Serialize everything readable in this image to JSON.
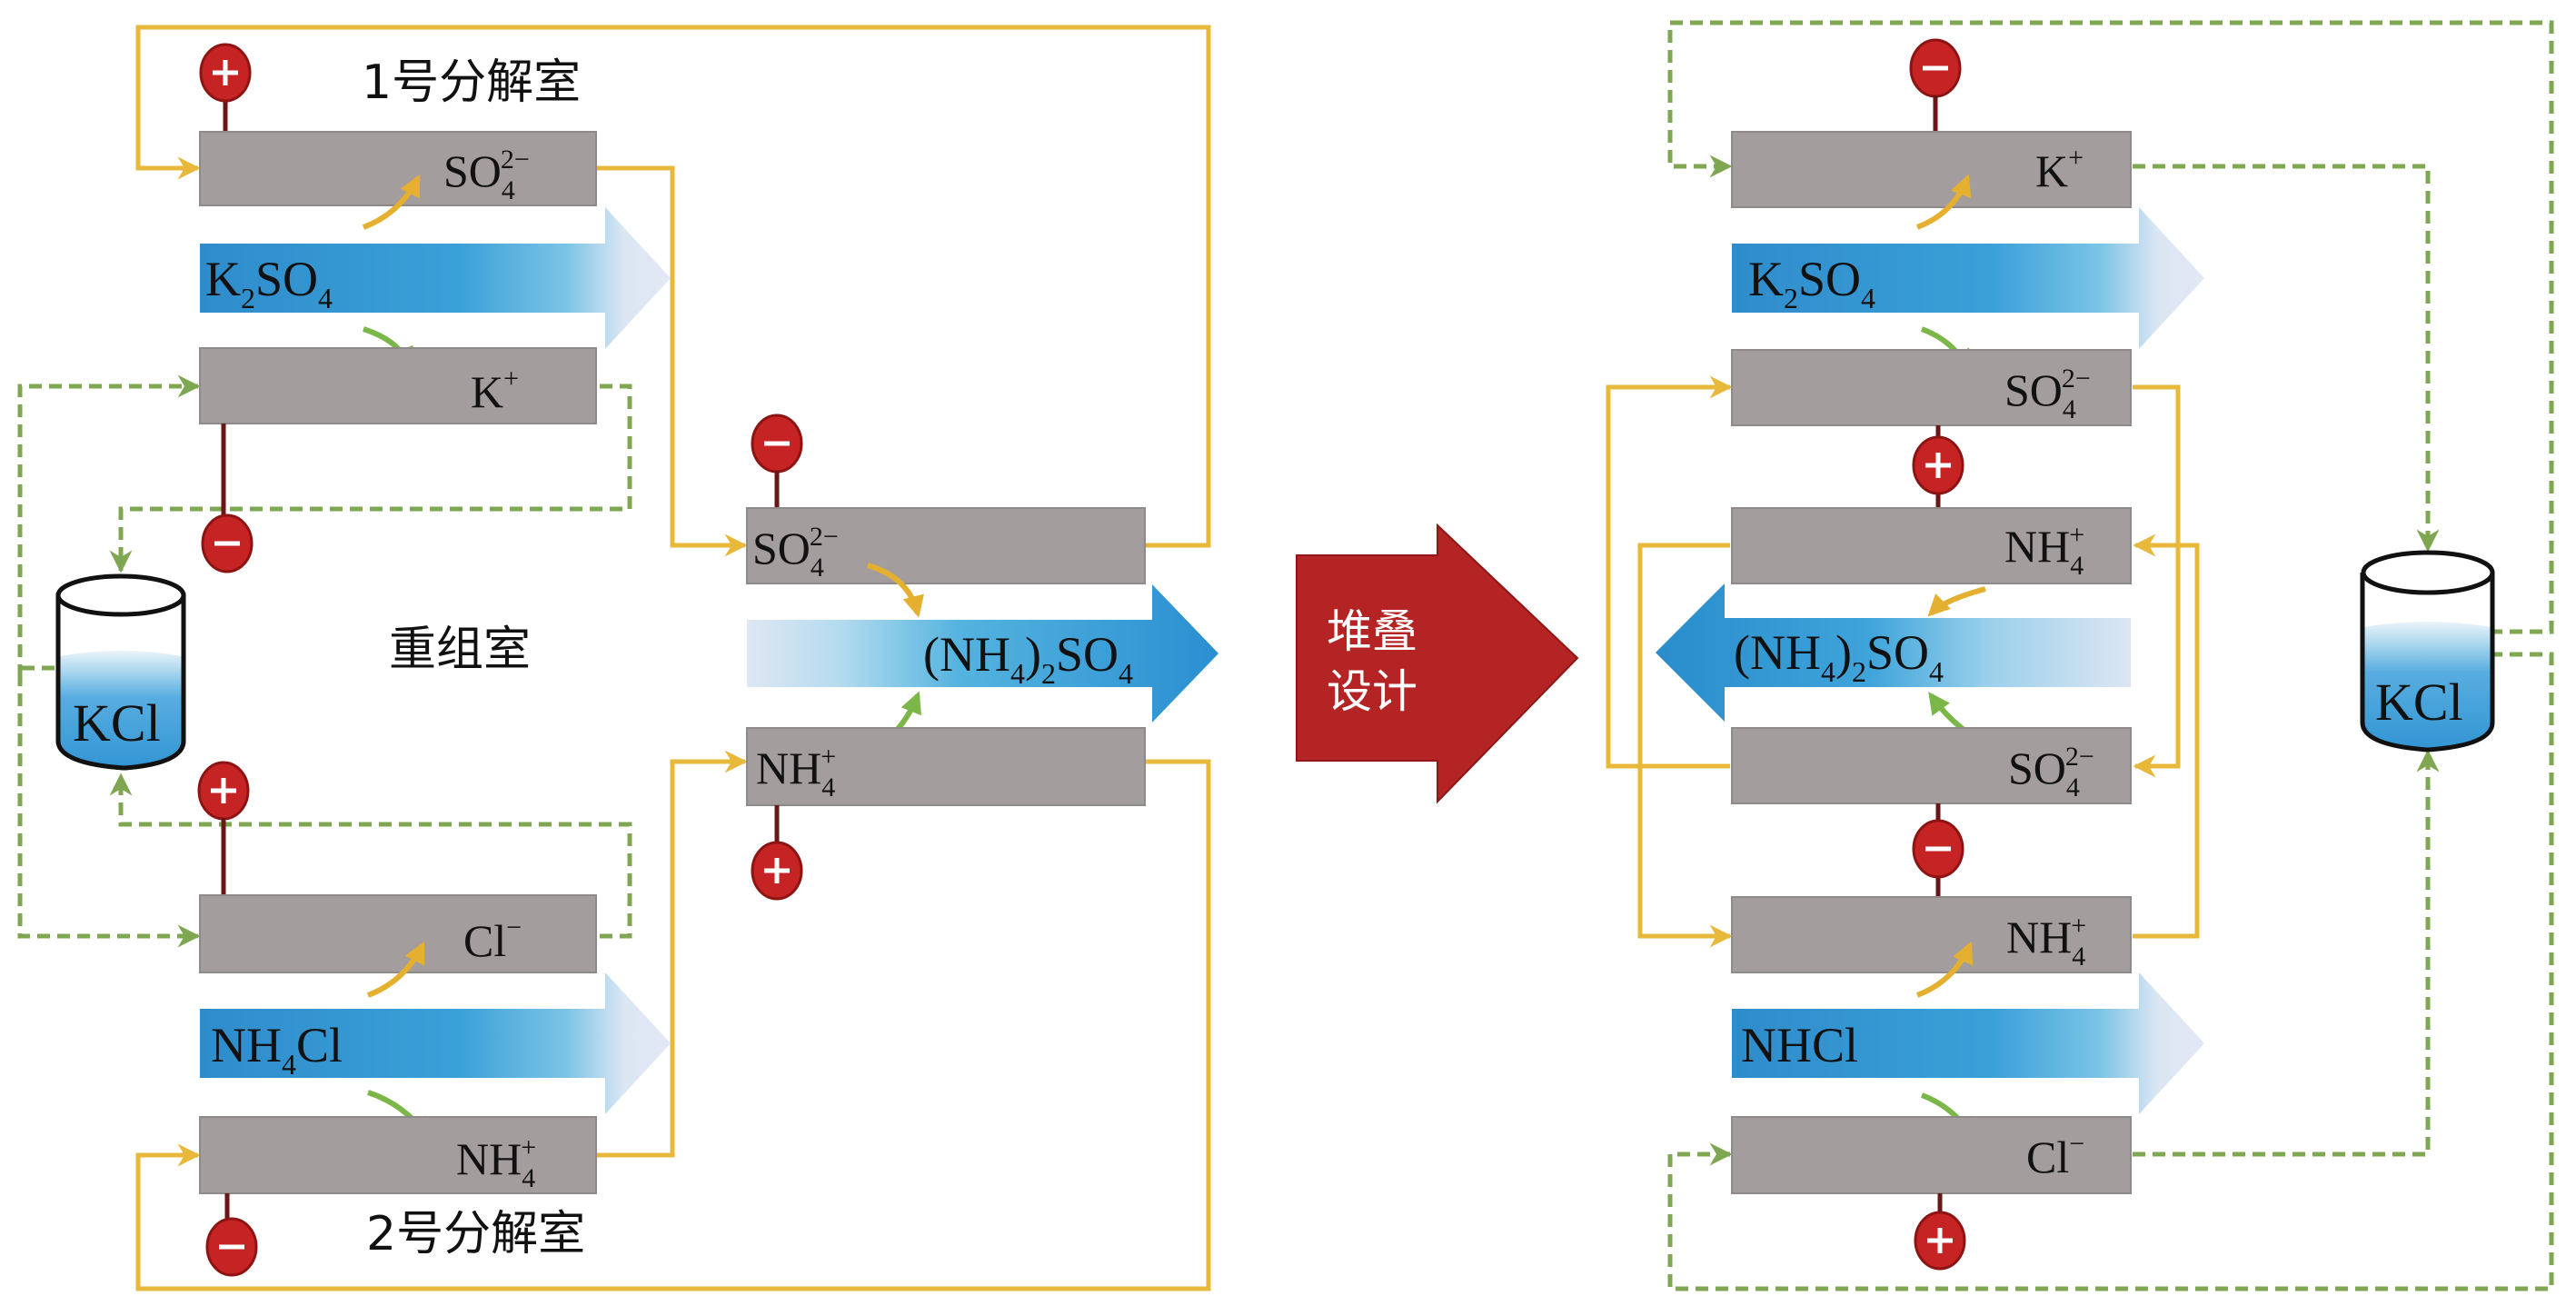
{
  "figure": {
    "transition_label_line1": "堆叠",
    "transition_label_line2": "设计",
    "colors": {
      "plate": "#a39d9d",
      "stream_blue": "#2e8fce",
      "electrode_red": "#c62424",
      "wire_yellow": "#e8b83a",
      "wire_green_dashed": "#7fa650",
      "transition_arrow": "#b52424"
    }
  },
  "left": {
    "chamber1_title": "1号分解室",
    "chamber2_title": "2号分解室",
    "recombination_title": "重组室",
    "beaker_label": "KCl",
    "plates": {
      "c1_top": {
        "base": "SO",
        "sub": "4",
        "sup": "2−"
      },
      "c1_bottom": {
        "base": "K",
        "sub": "",
        "sup": "+"
      },
      "recomb_top": {
        "base": "SO",
        "sub": "4",
        "sup": "2−"
      },
      "recomb_bottom": {
        "base": "NH",
        "sub": "4",
        "sup": "+"
      },
      "c2_top": {
        "base": "Cl",
        "sub": "",
        "sup": "−"
      },
      "c2_bottom": {
        "base": "NH",
        "sub": "4",
        "sup": "+"
      }
    },
    "streams": {
      "c1": {
        "a": "K",
        "a_sub": "2",
        "b": "SO",
        "b_sub": "4"
      },
      "recomb": {
        "a": "(NH",
        "a_sub": "4",
        "b": ")",
        "b_sub": "2",
        "c": "SO",
        "c_sub": "4"
      },
      "c2": {
        "a": "NH",
        "a_sub": "4",
        "b": "Cl"
      }
    },
    "electrodes": {
      "c1_top": "+",
      "c1_bottom": "−",
      "recomb_top": "−",
      "recomb_bottom": "+",
      "c2_top": "+",
      "c2_bottom": "−"
    }
  },
  "right": {
    "beaker_label": "KCl",
    "plates": [
      {
        "base": "K",
        "sub": "",
        "sup": "+"
      },
      {
        "base": "SO",
        "sub": "4",
        "sup": "2−"
      },
      {
        "base": "NH",
        "sub": "4",
        "sup": "+"
      },
      {
        "base": "SO",
        "sub": "4",
        "sup": "2−"
      },
      {
        "base": "NH",
        "sub": "4",
        "sup": "+"
      },
      {
        "base": "Cl",
        "sub": "",
        "sup": "−"
      }
    ],
    "streams": {
      "top": {
        "a": "K",
        "a_sub": "2",
        "b": "SO",
        "b_sub": "4"
      },
      "middle": {
        "a": "(NH",
        "a_sub": "4",
        "b": ")",
        "b_sub": "2",
        "c": "SO",
        "c_sub": "4"
      },
      "bottom": {
        "a": "NHCl"
      }
    },
    "electrodes": [
      "−",
      "+",
      "−",
      "+"
    ]
  }
}
